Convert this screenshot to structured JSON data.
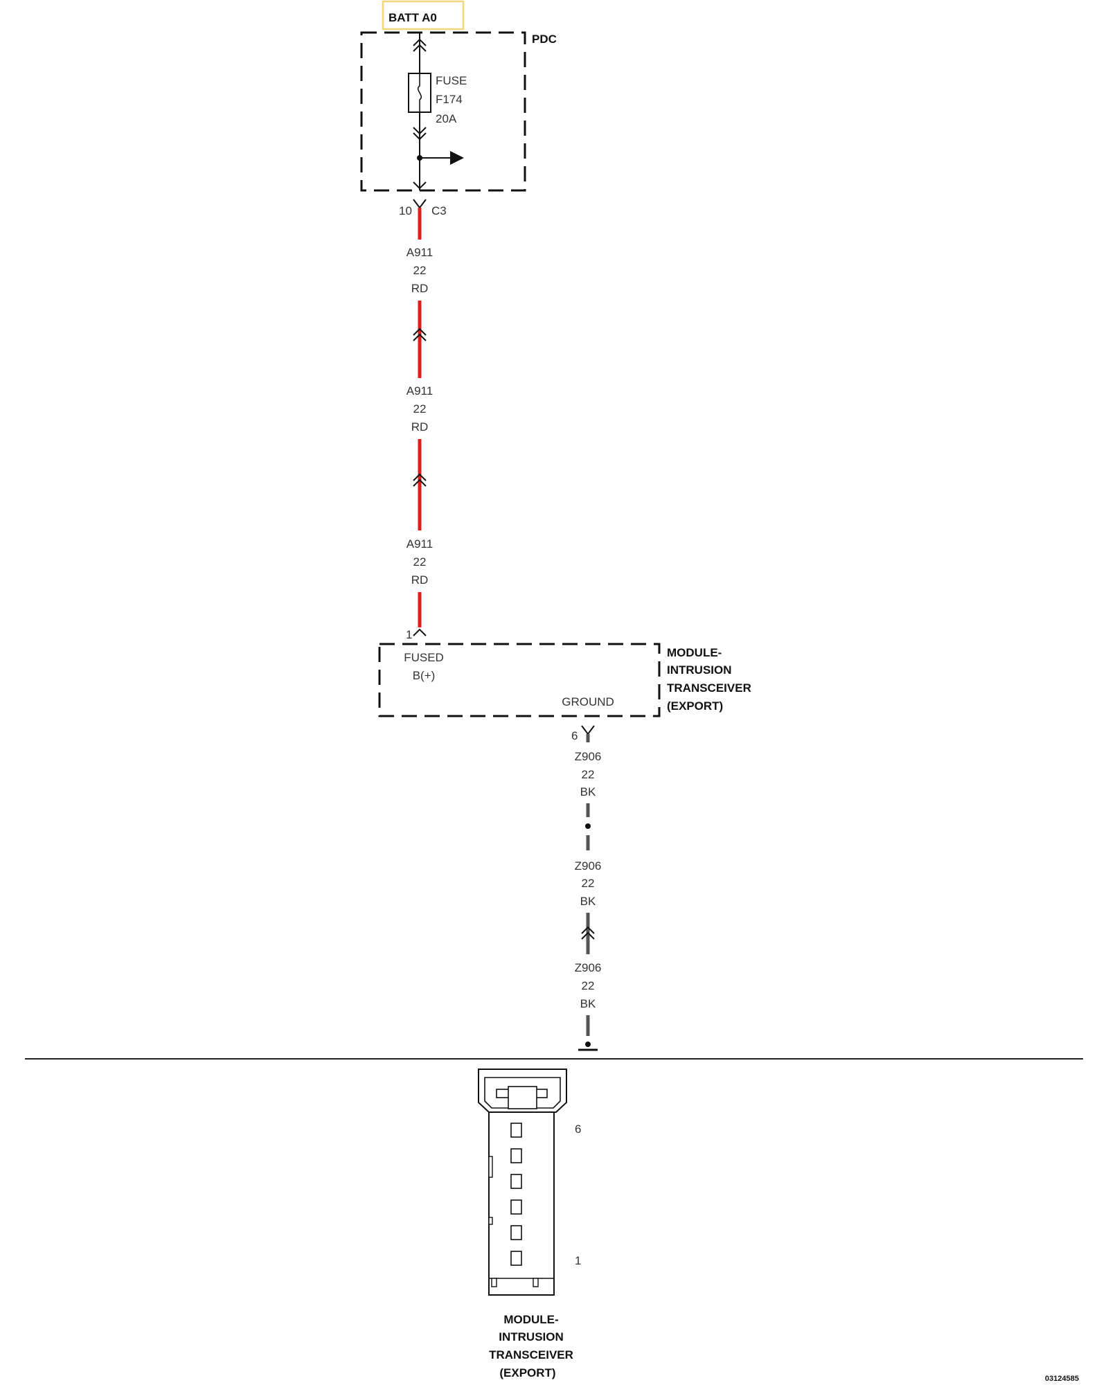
{
  "colors": {
    "power_wire": "#e31c1c",
    "ground_wire": "#555555",
    "ink": "#111111",
    "highlight_border": "#f2d57e"
  },
  "source": {
    "label": "BATT A0"
  },
  "pdc": {
    "label": "PDC",
    "fuse": {
      "l1": "FUSE",
      "l2": "F174",
      "l3": "20A"
    },
    "connector": {
      "pin": "10",
      "id": "C3"
    }
  },
  "wire_power": {
    "circuit": "A911",
    "gauge": "22",
    "color": "RD"
  },
  "module": {
    "title": [
      "MODULE-",
      "INTRUSION",
      "TRANSCEIVER",
      "(EXPORT)"
    ],
    "pin_fused": "1",
    "fused_l1": "FUSED",
    "fused_l2": "B(+)",
    "ground_label": "GROUND",
    "pin_ground": "6"
  },
  "wire_ground": {
    "circuit": "Z906",
    "gauge": "22",
    "color": "BK"
  },
  "connector_view": {
    "pin_top": "6",
    "pin_bottom": "1",
    "title": [
      "MODULE-",
      "INTRUSION",
      "TRANSCEIVER",
      "(EXPORT)"
    ]
  },
  "figure_id": "03124585"
}
